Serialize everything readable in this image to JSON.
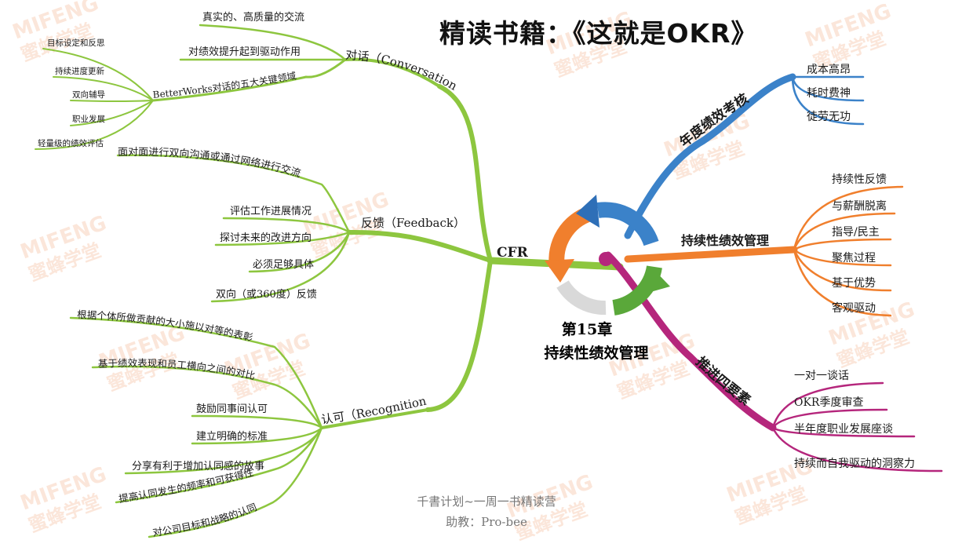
{
  "title": "精读书籍：《这就是OKR》",
  "watermark": {
    "logo_text": "MIFENG",
    "cn_text": "蜜蜂学堂"
  },
  "center": {
    "chapter": "第15章",
    "subtitle": "持续性绩效管理"
  },
  "colors": {
    "green": "#8dc63f",
    "blue": "#3b82c9",
    "orange": "#f07f2d",
    "magenta": "#b5267c"
  },
  "left": {
    "root": "CFR",
    "branches": [
      {
        "label": "对话（Conversation）",
        "items": [
          "真实的、高质量的交流",
          "对绩效提升起到驱动作用"
        ],
        "sub": {
          "label": "BetterWorks对话的五大关键领域",
          "items": [
            "目标设定和反思",
            "持续进度更新",
            "双向辅导",
            "职业发展",
            "轻量级的绩效评估"
          ]
        }
      },
      {
        "label": "反馈（Feedback）",
        "items": [
          "面对面进行双向沟通或通过网络进行交流",
          "评估工作进展情况",
          "探讨未来的改进方向",
          "必须足够具体",
          "双向（或360度）反馈"
        ]
      },
      {
        "label": "认可（Recognition）",
        "items": [
          "根据个体所做贡献的大小施以对等的表彰",
          "基于绩效表现和员工横向之间的对比",
          "鼓励同事间认可",
          "建立明确的标准",
          "分享有利于增加认同感的故事",
          "提高认同发生的频率和可获得性",
          "对公司目标和战略的认同"
        ]
      }
    ]
  },
  "right": [
    {
      "label": "年度绩效考核",
      "items": [
        "成本高昂",
        "耗时费神",
        "徒劳无功"
      ]
    },
    {
      "label": "持续性绩效管理",
      "items": [
        "持续性反馈",
        "与薪酬脱离",
        "指导/民主",
        "聚焦过程",
        "基于优势",
        "客观驱动"
      ]
    },
    {
      "label": "推进四要素",
      "items": [
        "一对一谈话",
        "OKR季度审查",
        "半年度职业发展座谈",
        "持续而自我驱动的洞察力"
      ]
    }
  ],
  "footer": {
    "line1": "千書计划~一周一书精读营",
    "line2": "助教：Pro-bee"
  }
}
